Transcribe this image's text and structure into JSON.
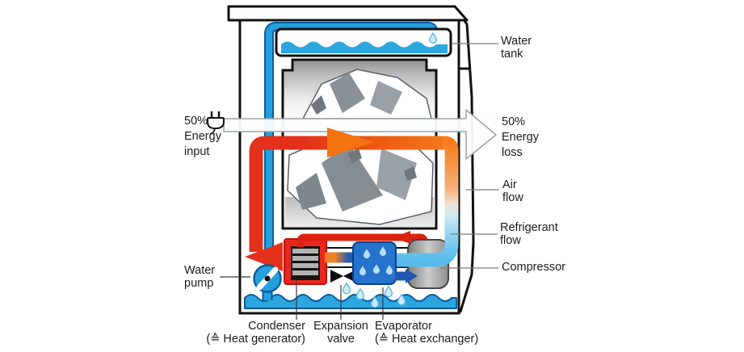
{
  "labels": {
    "energy_input": "50%\nEnergy\ninput",
    "water_pump": "Water\npump",
    "water_tank": "Water\ntank",
    "energy_loss": "50%\nEnergy\nloss",
    "air_flow": "Air\nflow",
    "refrigerant_flow": "Refrigerant\nflow",
    "compressor": "Compressor",
    "condenser": "Condenser\n(≙ Heat generator)",
    "expansion_valve": "Expansion\nvalve",
    "evaporator": "Evaporator\n(≙ Heat exchanger)"
  },
  "colors": {
    "hot_air": "#e2301b",
    "warm_air": "#f57d1d",
    "cool_air": "#55bcec",
    "water": "#2da6e0",
    "refrigerant_hot": "#dc2110",
    "refrigerant_cold": "#1f58b0",
    "condenser_red": "#e8281e",
    "evaporator_blue": "#2573cc",
    "compressor_gray": "#b8b8b8",
    "outline": "#111111",
    "label_text": "#1b1b1b",
    "background": "#ffffff"
  }
}
